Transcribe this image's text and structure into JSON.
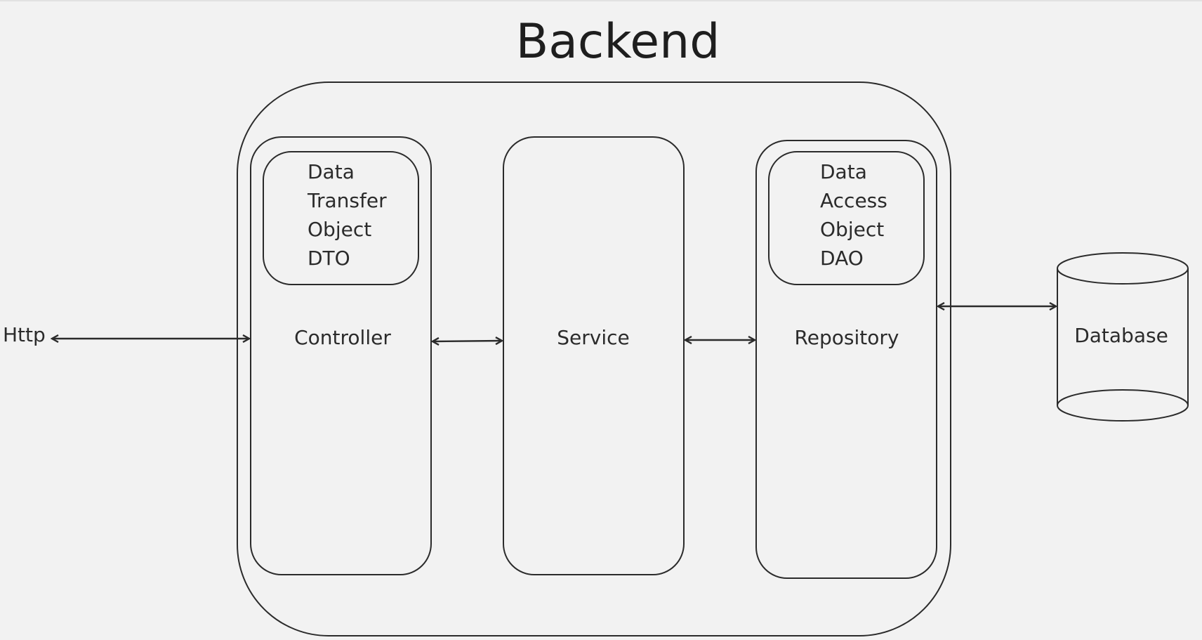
{
  "diagram": {
    "title": "Backend",
    "http_label": "Http",
    "controller": {
      "label": "Controller",
      "dto_lines": [
        "Data",
        "Transfer",
        "Object",
        "DTO"
      ]
    },
    "service": {
      "label": "Service"
    },
    "repository": {
      "label": "Repository",
      "dao_lines": [
        "Data",
        "Access",
        "Object",
        "DAO"
      ]
    },
    "database": {
      "label": "Database"
    },
    "colors": {
      "background": "#f2f2f2",
      "stroke": "#2b2b2b"
    }
  }
}
